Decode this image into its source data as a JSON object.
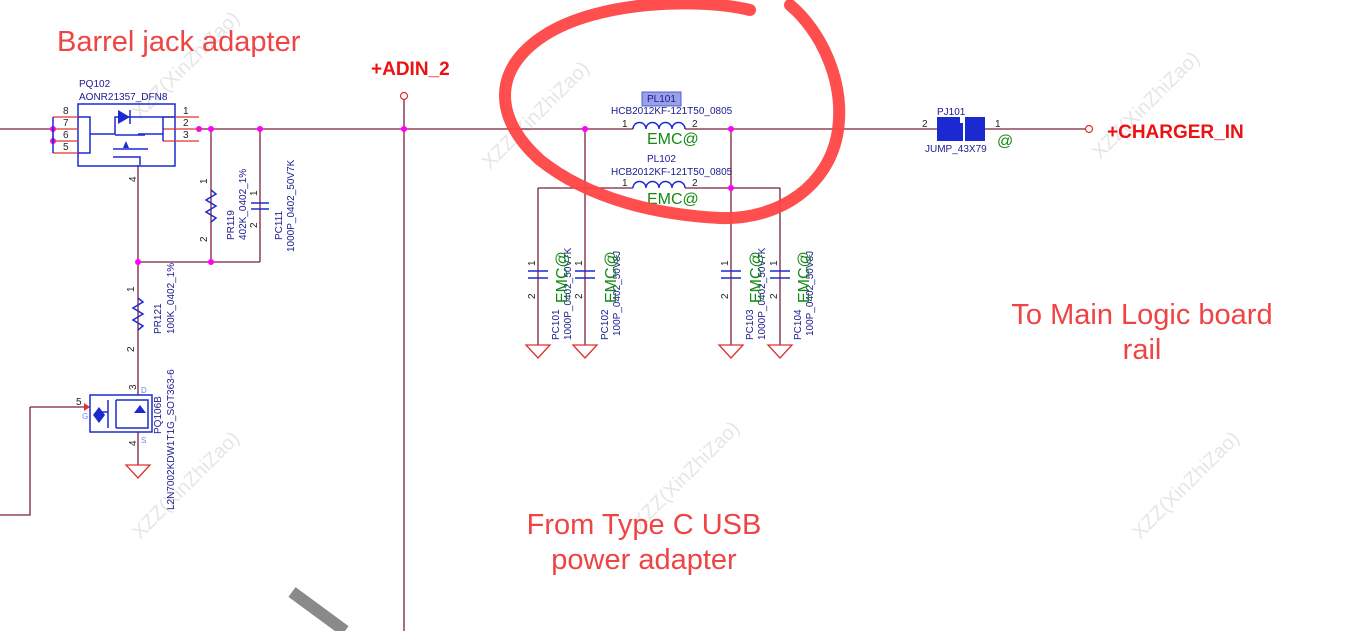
{
  "annotations": {
    "barrel": "Barrel jack adapter",
    "main_logic_line1": "To Main Logic board",
    "main_logic_line2": "rail",
    "typec_line1": "From Type C USB",
    "typec_line2": "power adapter"
  },
  "nets": {
    "adin": "+ADIN_2",
    "charger": "+CHARGER_IN"
  },
  "watermark": "XZZ(XinZhiZao)",
  "components": {
    "pq102": {
      "ref": "PQ102",
      "part": "AONR21357_DFN8",
      "pins_left": [
        "8",
        "7",
        "6",
        "5"
      ],
      "pins_right": [
        "1",
        "2",
        "3"
      ],
      "pin_gate": "4"
    },
    "pr119": {
      "ref": "PR119",
      "value": "402K_0402_1%",
      "pin1": "1",
      "pin2": "2"
    },
    "pc111": {
      "ref": "PC111",
      "value": "1000P_0402_50V7K",
      "pin1": "1",
      "pin2": "2"
    },
    "pr121": {
      "ref": "PR121",
      "value": "100K_0402_1%",
      "pin1": "1",
      "pin2": "2"
    },
    "pq106b": {
      "ref": "PQ106B",
      "part": "L2N7002KDW1T1G_SOT363-6",
      "pin_d": "3",
      "pin_g": "5",
      "pin_s": "4",
      "d": "D",
      "g": "G",
      "s": "S"
    },
    "pl101": {
      "ref": "PL101",
      "part": "HCB2012KF-121T50_0805",
      "tag": "EMC@",
      "pin1": "1",
      "pin2": "2"
    },
    "pl102": {
      "ref": "PL102",
      "part": "HCB2012KF-121T50_0805",
      "tag": "EMC@",
      "pin1": "1",
      "pin2": "2"
    },
    "pc101": {
      "ref": "PC101",
      "value": "1000P_0402_50V7K",
      "tag": "EMC@"
    },
    "pc102": {
      "ref": "PC102",
      "value": "100P_0402_50V8J",
      "tag": "EMC@"
    },
    "pc103": {
      "ref": "PC103",
      "value": "1000P_0402_50V7K",
      "tag": "EMC@"
    },
    "pc104": {
      "ref": "PC104",
      "value": "100P_0402_50V8J",
      "tag": "EMC@"
    },
    "cap_pin1": "1",
    "cap_pin2": "2",
    "pj101": {
      "ref": "PJ101",
      "part": "JUMP_43X79",
      "pin1": "1",
      "pin2": "2",
      "tag": "@"
    }
  },
  "colors": {
    "wire": "#7a1f3f",
    "junction": "#ff00ff",
    "component": "#1a2ad0",
    "annotation": "#ee4444",
    "net": "#ee1111",
    "highlight": "#ff4444"
  }
}
